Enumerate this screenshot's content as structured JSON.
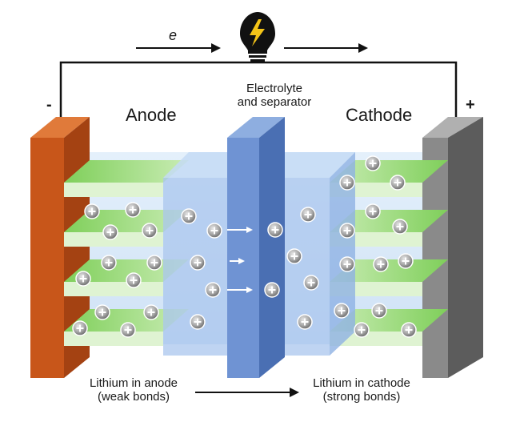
{
  "labels": {
    "electron": "e",
    "negative": "-",
    "positive": "+",
    "anode": "Anode",
    "cathode": "Cathode",
    "electrolyte_line1": "Electrolyte",
    "electrolyte_line2": "and separator",
    "lithium_anode_line1": "Lithium in anode",
    "lithium_anode_line2": "(weak bonds)",
    "lithium_cathode_line1": "Lithium in cathode",
    "lithium_cathode_line2": "(strong bonds)"
  },
  "colors": {
    "anode_plate": "#c8561a",
    "cathode_plate": "#7a7a7a",
    "separator": "#5f86c9",
    "electrolyte": "#a9c6ee",
    "layer_green": "#8cd46a",
    "wire": "#111111",
    "bulb_glow": "#f5c518"
  },
  "icons": {
    "bulb": "light-bulb-icon",
    "ion": "lithium-ion-icon"
  }
}
